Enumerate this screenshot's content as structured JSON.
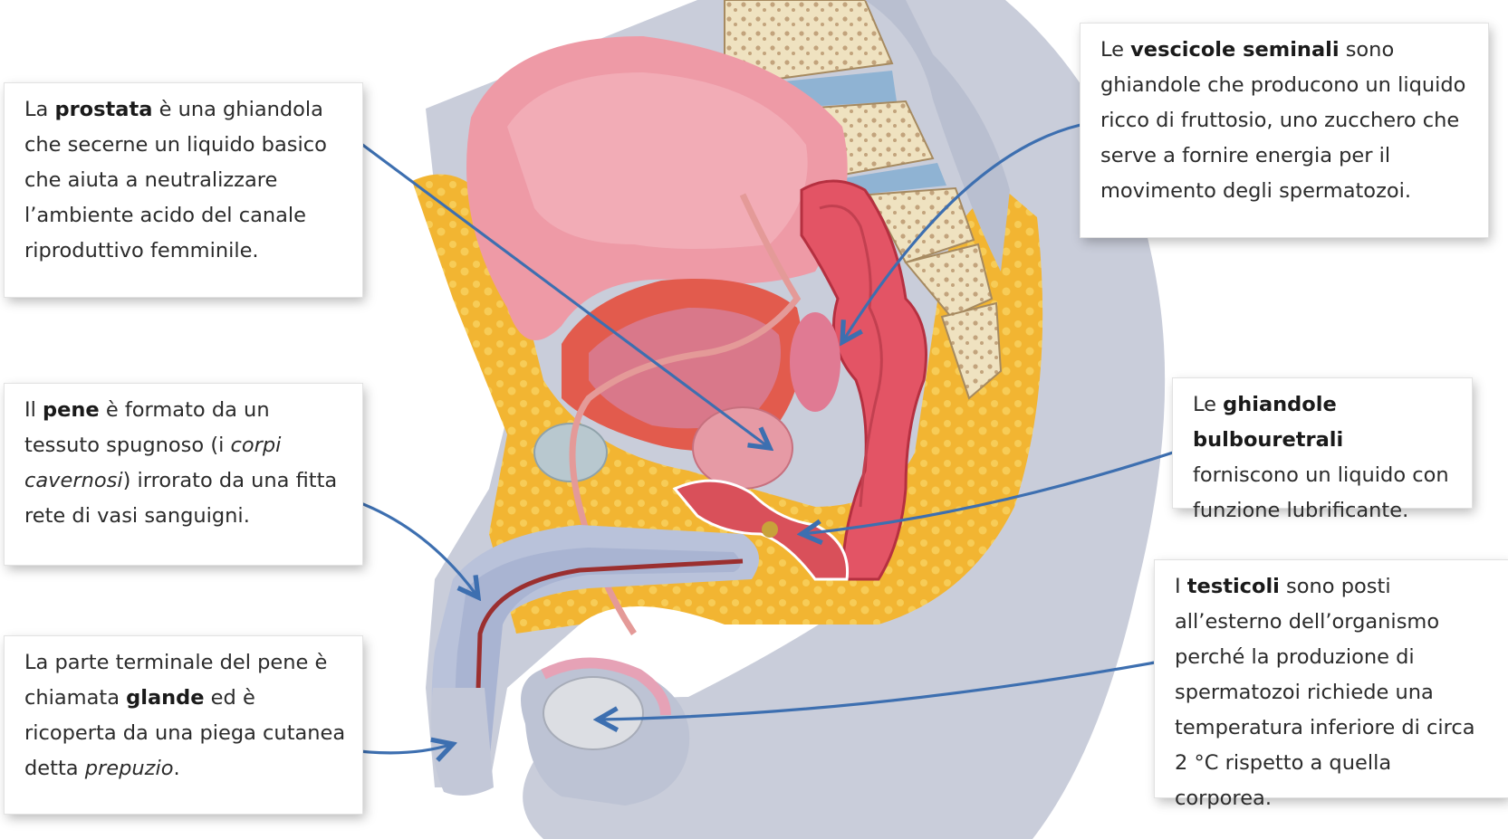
{
  "callouts": {
    "prostata": {
      "pre": "La ",
      "term": "prostata",
      "post": " è una ghiandola che secerne un liquido basico che aiuta a neutralizzare l’ambiente acido del canale riproduttivo femminile."
    },
    "pene": {
      "pre": "Il ",
      "term": "pene",
      "mid": " è formato da un tessuto spugnoso (i ",
      "italic": "corpi cavernosi",
      "post": ") irrorato da una fitta rete di vasi sanguigni."
    },
    "glande": {
      "pre": "La parte terminale del pene è chiamata ",
      "term": "glande",
      "mid": " ed è ricoperta da una piega cutanea detta ",
      "italic": "prepuzio",
      "post": "."
    },
    "vescicole": {
      "pre": "Le ",
      "term": "vescicole seminali",
      "post": " sono ghiandole che producono un liquido ricco di fruttosio, uno zucchero che serve a fornire energia per il movimento degli spermatozoi."
    },
    "bulbouretrali": {
      "pre": "Le ",
      "term": "ghiandole bulbouretrali",
      "post": " forniscono un liquido con funzione lubrificante."
    },
    "testicoli": {
      "pre": "I ",
      "term": "testicoli",
      "post": " sono posti all’esterno dell’organismo perché la produzione di spermatozoi richiede una temperatura inferiore di circa 2 °C rispetto a quella corporea."
    }
  },
  "colors": {
    "arrow": "#3d6fb0",
    "skin": "#c9cdda",
    "fat": "#f2b532",
    "muscle": "#d9505a",
    "bladder": "#ee9aa6",
    "bone": "#efe2c0",
    "disc": "#8fb3d3"
  }
}
